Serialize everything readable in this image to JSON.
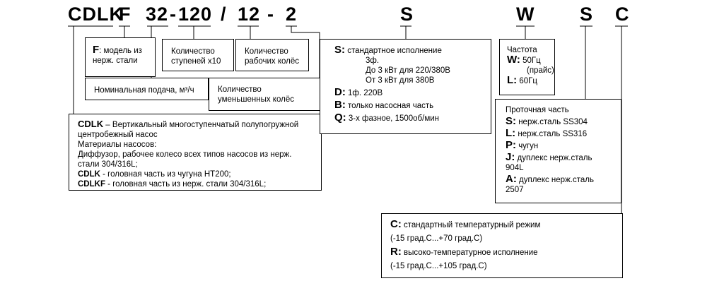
{
  "code": {
    "cdlk": "CDLK",
    "f": "F",
    "num32": "32",
    "dash1": "-",
    "num120": "120",
    "slash": "/",
    "num12": "12",
    "dash2": "-",
    "num2": "2",
    "s1": "S",
    "w": "W",
    "s2": "S",
    "c": "C"
  },
  "boxes": {
    "f_box": {
      "letter": "F",
      "text": ": модель из нерж. стали"
    },
    "stages": "Количество ступеней х10",
    "impellers": "Количество рабочих колёс",
    "nominal": "Номинальная подача, м³/ч",
    "reduced": "Количество уменьшенных колёс",
    "cdlk_desc": {
      "title": "CDLK",
      "title_rest": " – Вертикальный многоступенчатый полупогружной центробежный насос",
      "materials": "Материалы насосов:",
      "diffuser": "Диффузор, рабочее колесо всех типов насосов из нерж. стали 304/316L;",
      "cdlk_b": "CDLK",
      "cdlk_t": " - головная часть из чугуна HT200;",
      "cdlkf_b": "CDLKF",
      "cdlkf_t": " - головная часть из нерж. стали 304/316L;"
    },
    "execution": {
      "s_letter": "S:",
      "s_text": " стандартное исполнение",
      "l1": "3ф.",
      "l2": "До 3 кВт для 220/380В",
      "l3": "От 3 кВт для 380В",
      "d_letter": "D:",
      "d_text": " 1ф. 220В",
      "b_letter": "B:",
      "b_text": " только насосная часть",
      "q_letter": "Q:",
      "q_text": " 3-х фазное, 1500об/мин"
    },
    "freq": {
      "title": "Частота",
      "w_letter": "W:",
      "w_text": " 50Гц",
      "w_text2": "(прайс)",
      "l_letter": "L:",
      "l_text": " 60Гц"
    },
    "flow": {
      "title": "Проточная часть",
      "s_letter": "S:",
      "s_text": " нерж.сталь SS304",
      "l_letter": "L:",
      "l_text": " нерж.сталь SS316",
      "p_letter": "P:",
      "p_text": " чугун",
      "j_letter": "J:",
      "j_text": " дуплекс нерж.сталь",
      "j_text2": "904L",
      "a_letter": "A:",
      "a_text": " дуплекс нерж.сталь",
      "a_text2": "2507"
    },
    "temp": {
      "c_letter": "C:",
      "c_text": " стандартный температурный режим",
      "c_range": "(-15 град.С...+70 град.С)",
      "r_letter": "R:",
      "r_text": " высоко-температурное исполнение",
      "r_range": "(-15 град.С...+105 град.С)"
    }
  }
}
